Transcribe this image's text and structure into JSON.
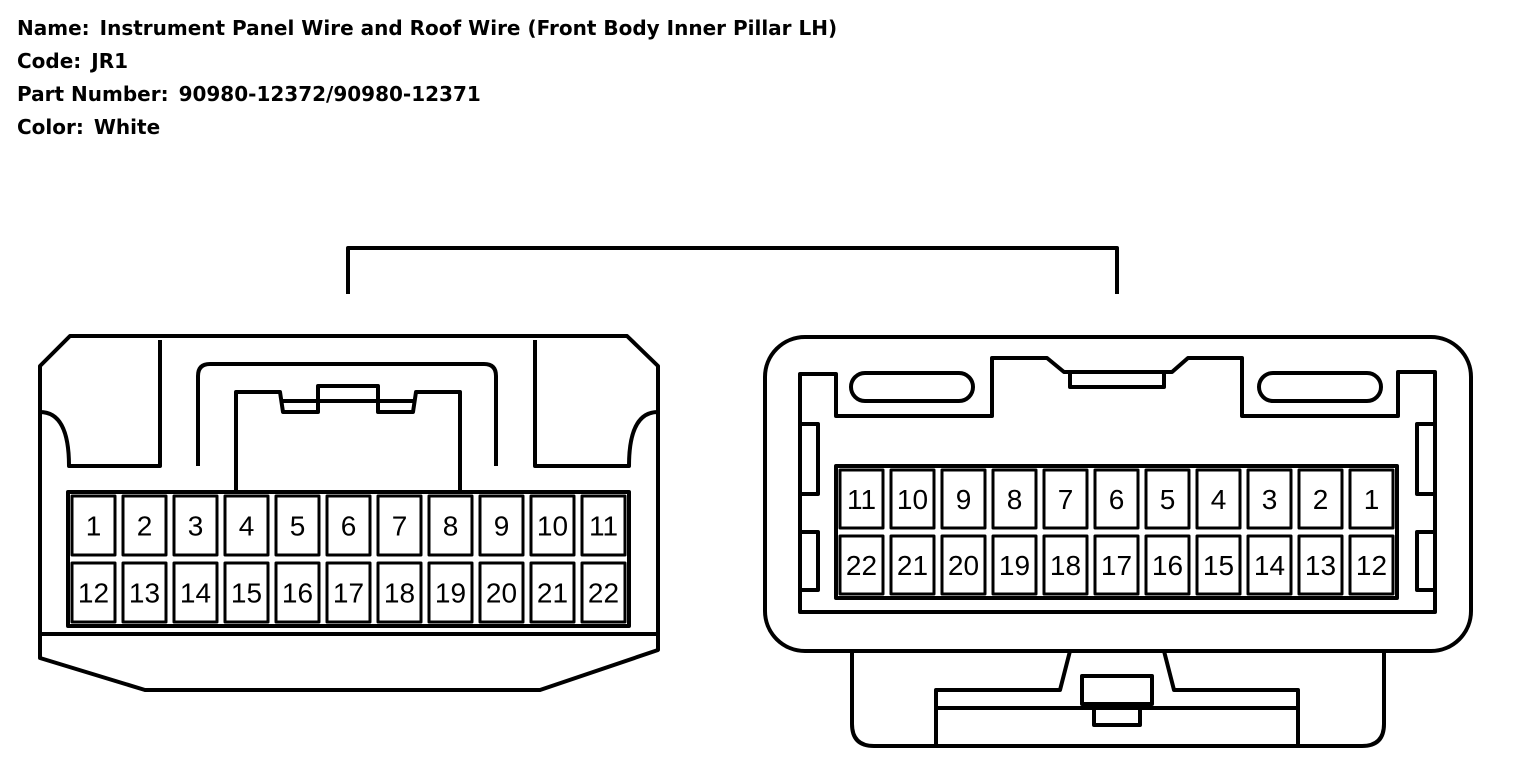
{
  "header": {
    "name_label": "Name:",
    "name_value": "Instrument Panel Wire and Roof Wire (Front Body Inner Pillar LH)",
    "code_label": "Code:",
    "code_value": "JR1",
    "part_label": "Part Number:",
    "part_value": "90980-12372/90980-12371",
    "color_label": "Color:",
    "color_value": "White"
  },
  "left_connector": {
    "row1": [
      "1",
      "2",
      "3",
      "4",
      "5",
      "6",
      "7",
      "8",
      "9",
      "10",
      "11"
    ],
    "row2": [
      "12",
      "13",
      "14",
      "15",
      "16",
      "17",
      "18",
      "19",
      "20",
      "21",
      "22"
    ]
  },
  "right_connector": {
    "row1": [
      "11",
      "10",
      "9",
      "8",
      "7",
      "6",
      "5",
      "4",
      "3",
      "2",
      "1"
    ],
    "row2": [
      "22",
      "21",
      "20",
      "19",
      "18",
      "17",
      "16",
      "15",
      "14",
      "13",
      "12"
    ]
  },
  "colors": {
    "line": "#000000",
    "background": "#ffffff"
  }
}
